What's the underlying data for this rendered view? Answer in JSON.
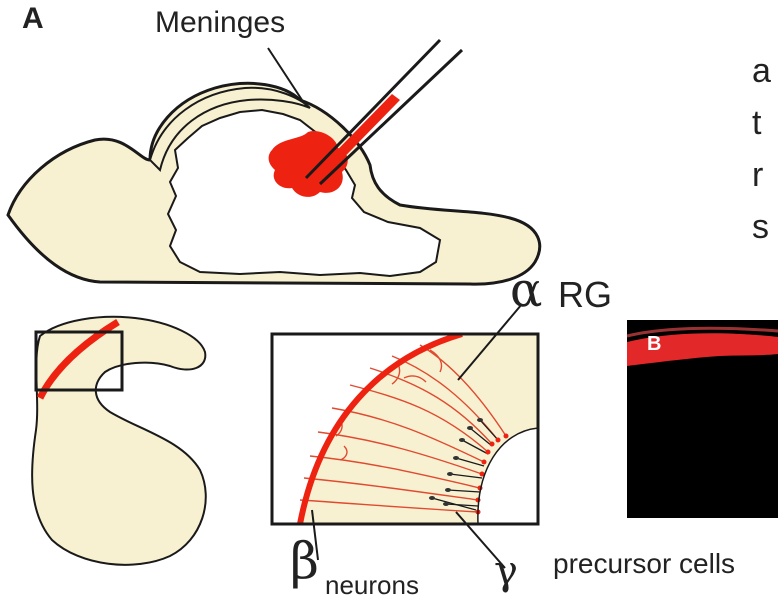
{
  "labels": {
    "panel_a": "A",
    "meninges": "Meninges",
    "alpha": "α",
    "rg": "RG",
    "beta": "β",
    "neurons": "neurons",
    "gamma": "γ",
    "precursor": "precursor cells",
    "panel_b": "B"
  },
  "cutoff_text": [
    "a",
    "t",
    "r",
    "s"
  ],
  "colors": {
    "tissue": "#f8f1d1",
    "outline": "#1a1a1a",
    "red": "#ee2211",
    "fiber": "#e04a30",
    "fluor_bg": "#000000"
  }
}
